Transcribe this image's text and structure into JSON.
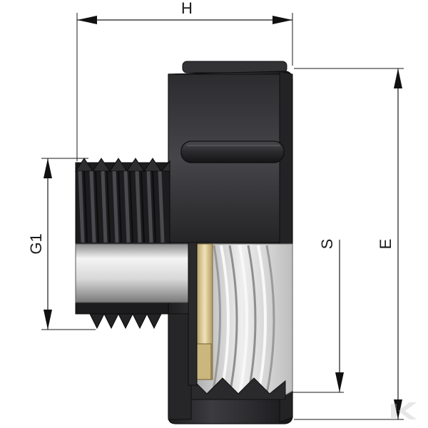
{
  "dimensions": {
    "h_label": "H",
    "g1_label": "G1",
    "s_label": "S",
    "e_label": "E"
  },
  "icons": {
    "watermark": "k-logo-icon"
  },
  "colors": {
    "body_dark": "#2b2b2d",
    "body_mid": "#3f3f42",
    "bore_light": "#e6e6e6",
    "thread_inner": "#cfcfcf",
    "seal_tan": "#d9c79a",
    "dimension": "#1a1a1a"
  }
}
